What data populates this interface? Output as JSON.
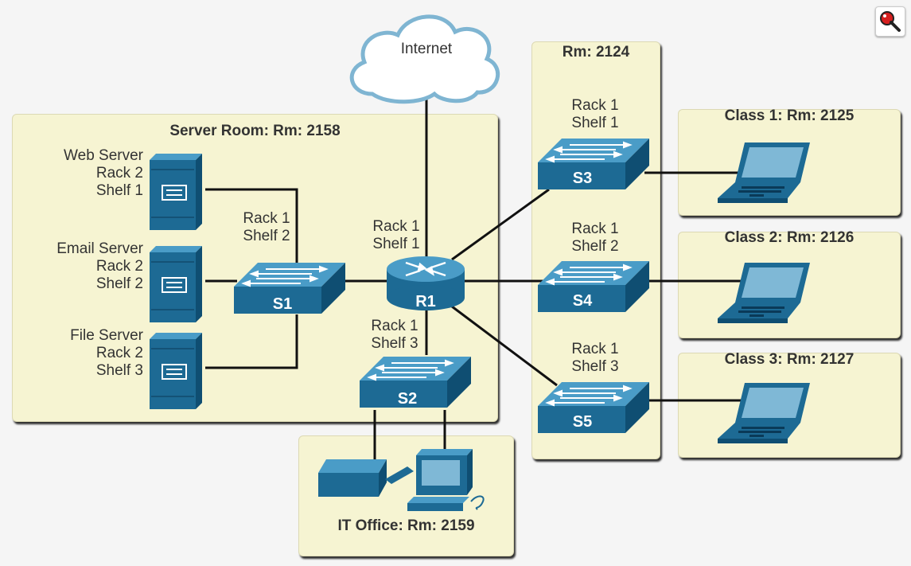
{
  "rooms": {
    "server_room": "Server Room: Rm: 2158",
    "rm_2124": "Rm: 2124",
    "class1": "Class 1: Rm: 2125",
    "class2": "Class 2: Rm: 2126",
    "class3": "Class 3: Rm: 2127",
    "it_office": "IT Office: Rm: 2159"
  },
  "cloud": {
    "label": "Internet"
  },
  "servers": [
    {
      "name": "Web Server",
      "rack": "Rack 2",
      "shelf": "Shelf 1"
    },
    {
      "name": "Email Server",
      "rack": "Rack 2",
      "shelf": "Shelf 2"
    },
    {
      "name": "File Server",
      "rack": "Rack 2",
      "shelf": "Shelf 3"
    }
  ],
  "devices": {
    "r1": {
      "name": "R1",
      "rack": "Rack 1",
      "shelf": "Shelf 1"
    },
    "s1": {
      "name": "S1",
      "rack": "Rack 1",
      "shelf": "Shelf 2"
    },
    "s2": {
      "name": "S2",
      "rack": "Rack 1",
      "shelf": "Shelf 3"
    },
    "s3": {
      "name": "S3",
      "rack": "Rack 1",
      "shelf": "Shelf 1"
    },
    "s4": {
      "name": "S4",
      "rack": "Rack 1",
      "shelf": "Shelf 2"
    },
    "s5": {
      "name": "S5",
      "rack": "Rack 1",
      "shelf": "Shelf 3"
    }
  },
  "colors": {
    "room_fill": "#f6f4d2",
    "device_blue": "#1d6a94",
    "link": "#111111"
  },
  "icons": [
    "zoom-icon",
    "router-icon",
    "switch-icon",
    "server-icon",
    "laptop-icon",
    "printer-icon",
    "pc-icon",
    "cloud-icon"
  ]
}
